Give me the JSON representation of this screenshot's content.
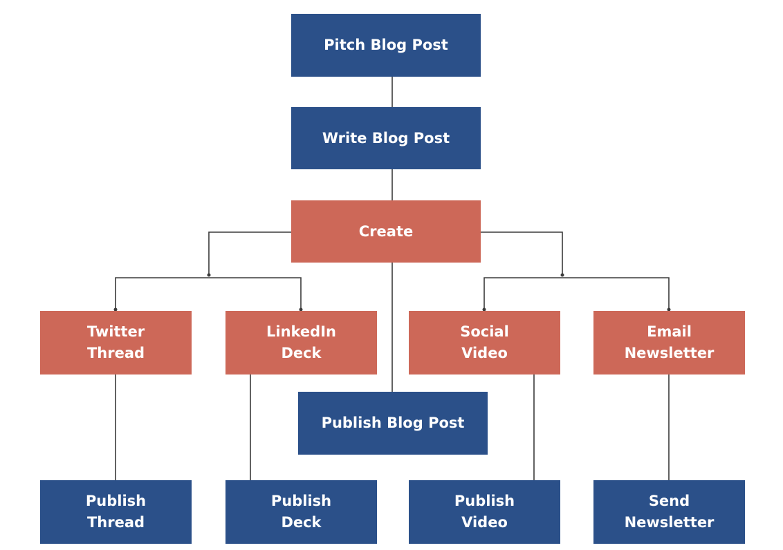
{
  "colors": {
    "task_fill": "#2b5089",
    "create_fill": "#cd6858",
    "connector": "#3a3a3a",
    "text": "#ffffff"
  },
  "diagram": {
    "nodes": {
      "pitch_blog_post": "Pitch Blog Post",
      "write_blog_post": "Write Blog Post",
      "create": "Create",
      "twitter_thread": "Twitter\nThread",
      "linkedin_deck": "LinkedIn\nDeck",
      "social_video": "Social\nVideo",
      "email_newsletter": "Email\nNewsletter",
      "publish_blog_post": "Publish Blog Post",
      "publish_thread": "Publish\nThread",
      "publish_deck": "Publish\nDeck",
      "publish_video": "Publish\nVideo",
      "send_newsletter": "Send\nNewsletter"
    },
    "edges": [
      [
        "pitch_blog_post",
        "write_blog_post"
      ],
      [
        "write_blog_post",
        "create"
      ],
      [
        "create",
        "twitter_thread"
      ],
      [
        "create",
        "linkedin_deck"
      ],
      [
        "create",
        "social_video"
      ],
      [
        "create",
        "email_newsletter"
      ],
      [
        "create",
        "publish_blog_post"
      ],
      [
        "twitter_thread",
        "publish_thread"
      ],
      [
        "linkedin_deck",
        "publish_deck"
      ],
      [
        "social_video",
        "publish_video"
      ],
      [
        "email_newsletter",
        "send_newsletter"
      ]
    ]
  }
}
